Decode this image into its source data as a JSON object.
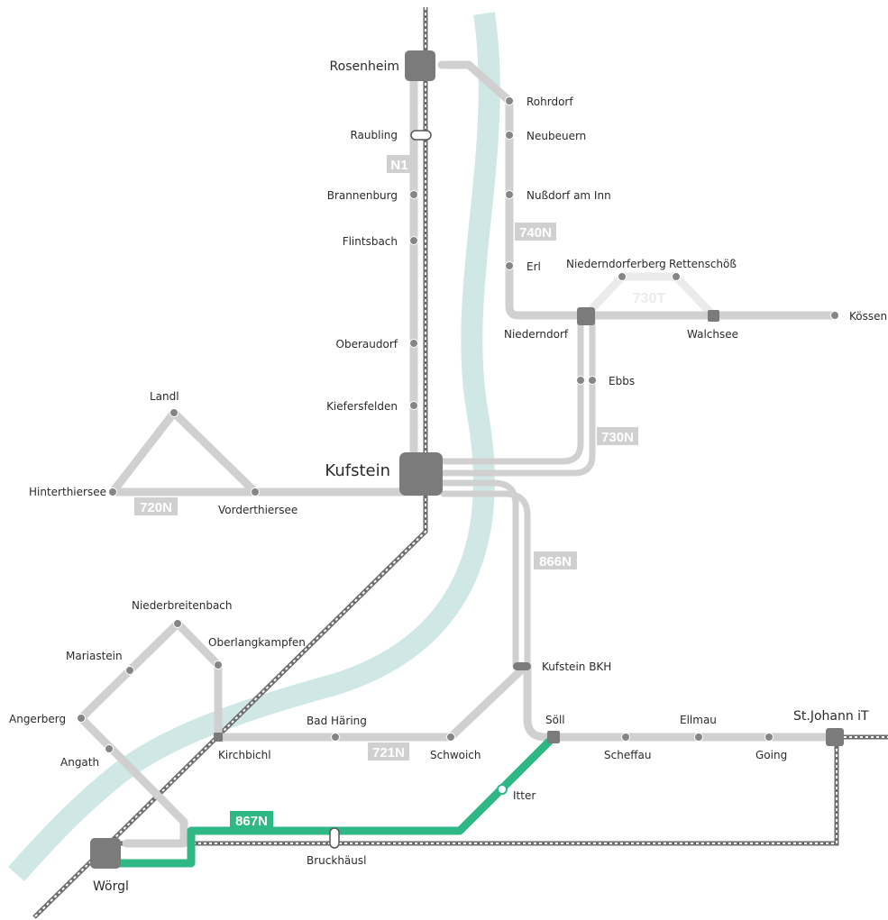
{
  "map": {
    "colors": {
      "river": "#cfe8e6",
      "line": "#d0d0d0",
      "line_light": "#ebebeb",
      "accent": "#2fb885",
      "hub": "#7b7b7c",
      "dot": "#858585",
      "rail": "#6e6e6e"
    },
    "stations": {
      "rosenheim": "Rosenheim",
      "rohrdorf": "Rohrdorf",
      "raubling": "Raubling",
      "neubeuern": "Neubeuern",
      "brannenburg": "Brannenburg",
      "nussdorf": "Nußdorf am Inn",
      "flintsbach": "Flintsbach",
      "erl": "Erl",
      "niederndorferberg": "Niederndorferberg",
      "rettenschoess": "Rettenschöß",
      "niederndorf": "Niederndorf",
      "walchsee": "Walchsee",
      "koessen": "Kössen",
      "oberaudorf": "Oberaudorf",
      "ebbs": "Ebbs",
      "landl": "Landl",
      "kiefersfelden": "Kiefersfelden",
      "kufstein": "Kufstein",
      "hinterthiersee": "Hinterthiersee",
      "vorderthiersee": "Vorderthiersee",
      "niederbreitenbach": "Niederbreitenbach",
      "oberlangkampfen": "Oberlangkampfen",
      "mariastein": "Mariastein",
      "kufstein_bkh": "Kufstein BKH",
      "angerberg": "Angerberg",
      "bad_haering": "Bad Häring",
      "soell": "Söll",
      "ellmau": "Ellmau",
      "st_johann": "St.Johann iT",
      "angath": "Angath",
      "kirchbichl": "Kirchbichl",
      "schwoich": "Schwoich",
      "scheffau": "Scheffau",
      "going": "Going",
      "itter": "Itter",
      "woergl": "Wörgl",
      "bruckhaeusl": "Bruckhäusl"
    },
    "lines": {
      "n1": "N1",
      "l740n": "740N",
      "l730t": "730T",
      "l730n": "730N",
      "l720n": "720N",
      "l866n": "866N",
      "l721n": "721N",
      "l867n": "867N"
    }
  }
}
